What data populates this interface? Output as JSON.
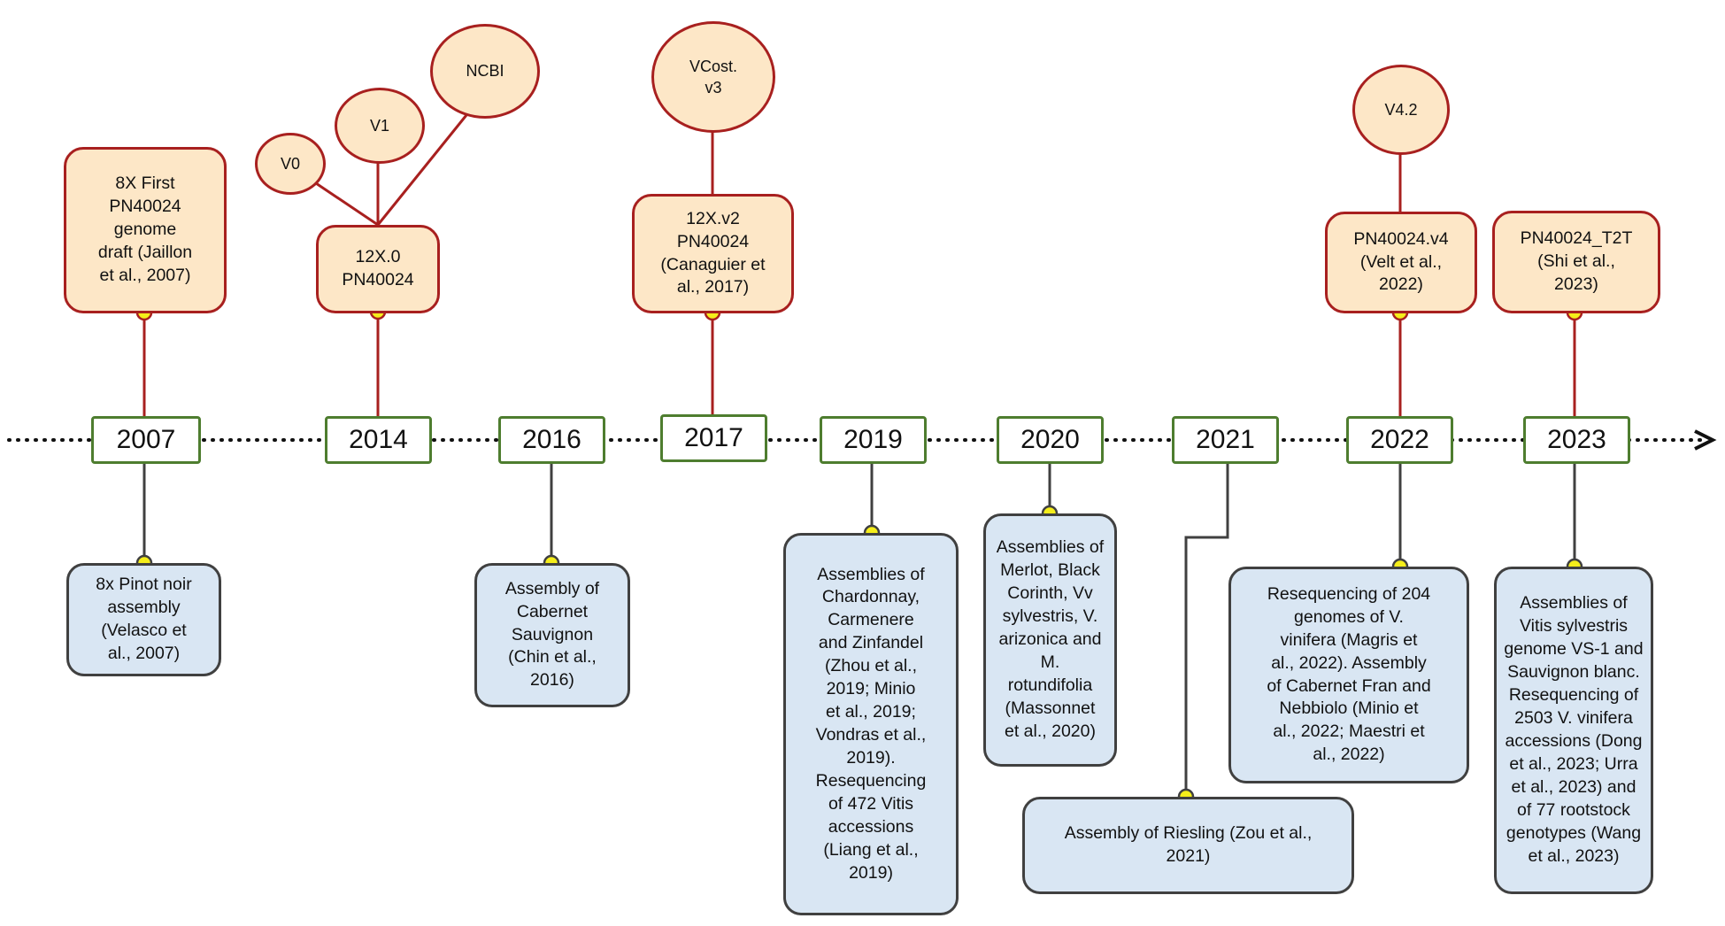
{
  "years": [
    "2007",
    "2014",
    "2016",
    "2017",
    "2019",
    "2020",
    "2021",
    "2022",
    "2023"
  ],
  "top_boxes": [
    "8X First\nPN40024\ngenome\ndraft (Jaillon\net al., 2007)",
    "12X.0\nPN40024",
    "12X.v2\nPN40024\n(Canaguier et\nal., 2017)",
    "PN40024.v4\n(Velt et al.,\n2022)",
    "PN40024_T2T\n(Shi et al.,\n2023)"
  ],
  "version_bubbles": [
    "V0",
    "V1",
    "NCBI",
    "VCost.\nv3",
    "V4.2"
  ],
  "bottom_boxes": [
    "8x Pinot noir\nassembly\n(Velasco et\nal., 2007)",
    "Assembly of\nCabernet\nSauvignon\n(Chin et al.,\n2016)",
    "Assemblies of\nChardonnay,\nCarmenere\nand Zinfandel\n(Zhou et al.,\n2019; Minio\net al., 2019;\nVondras et al.,\n2019).\nResequencing\nof 472 Vitis\naccessions\n(Liang et al.,\n2019)",
    "Assemblies of\nMerlot, Black\nCorinth, Vv\nsylvestris, V.\narizonica and\nM.\nrotundifolia\n(Massonnet\net al., 2020)",
    "Assembly of Riesling (Zou et al.,\n2021)",
    "Resequencing of 204\ngenomes of V.\nvinifera (Magris et\nal., 2022). Assembly\nof Cabernet Fran and\nNebbiolo (Minio et\nal., 2022; Maestri et\nal., 2022)",
    "Assemblies of\nVitis sylvestris\ngenome VS-1 and\nSauvignon blanc.\nResequencing of\n2503 V. vinifera\naccessions (Dong\net al., 2023; Urra\net al., 2023) and\nof  77 rootstock\ngenotypes (Wang\net al., 2023)"
  ],
  "colors": {
    "year_border": "#4e7d2f",
    "top_border": "#a8201f",
    "top_fill": "#fde7c7",
    "bottom_border": "#404040",
    "bottom_fill": "#d9e6f3",
    "connector_dot_top": "#f5ee1a",
    "connector_dot_version": "#5b8a2e"
  }
}
